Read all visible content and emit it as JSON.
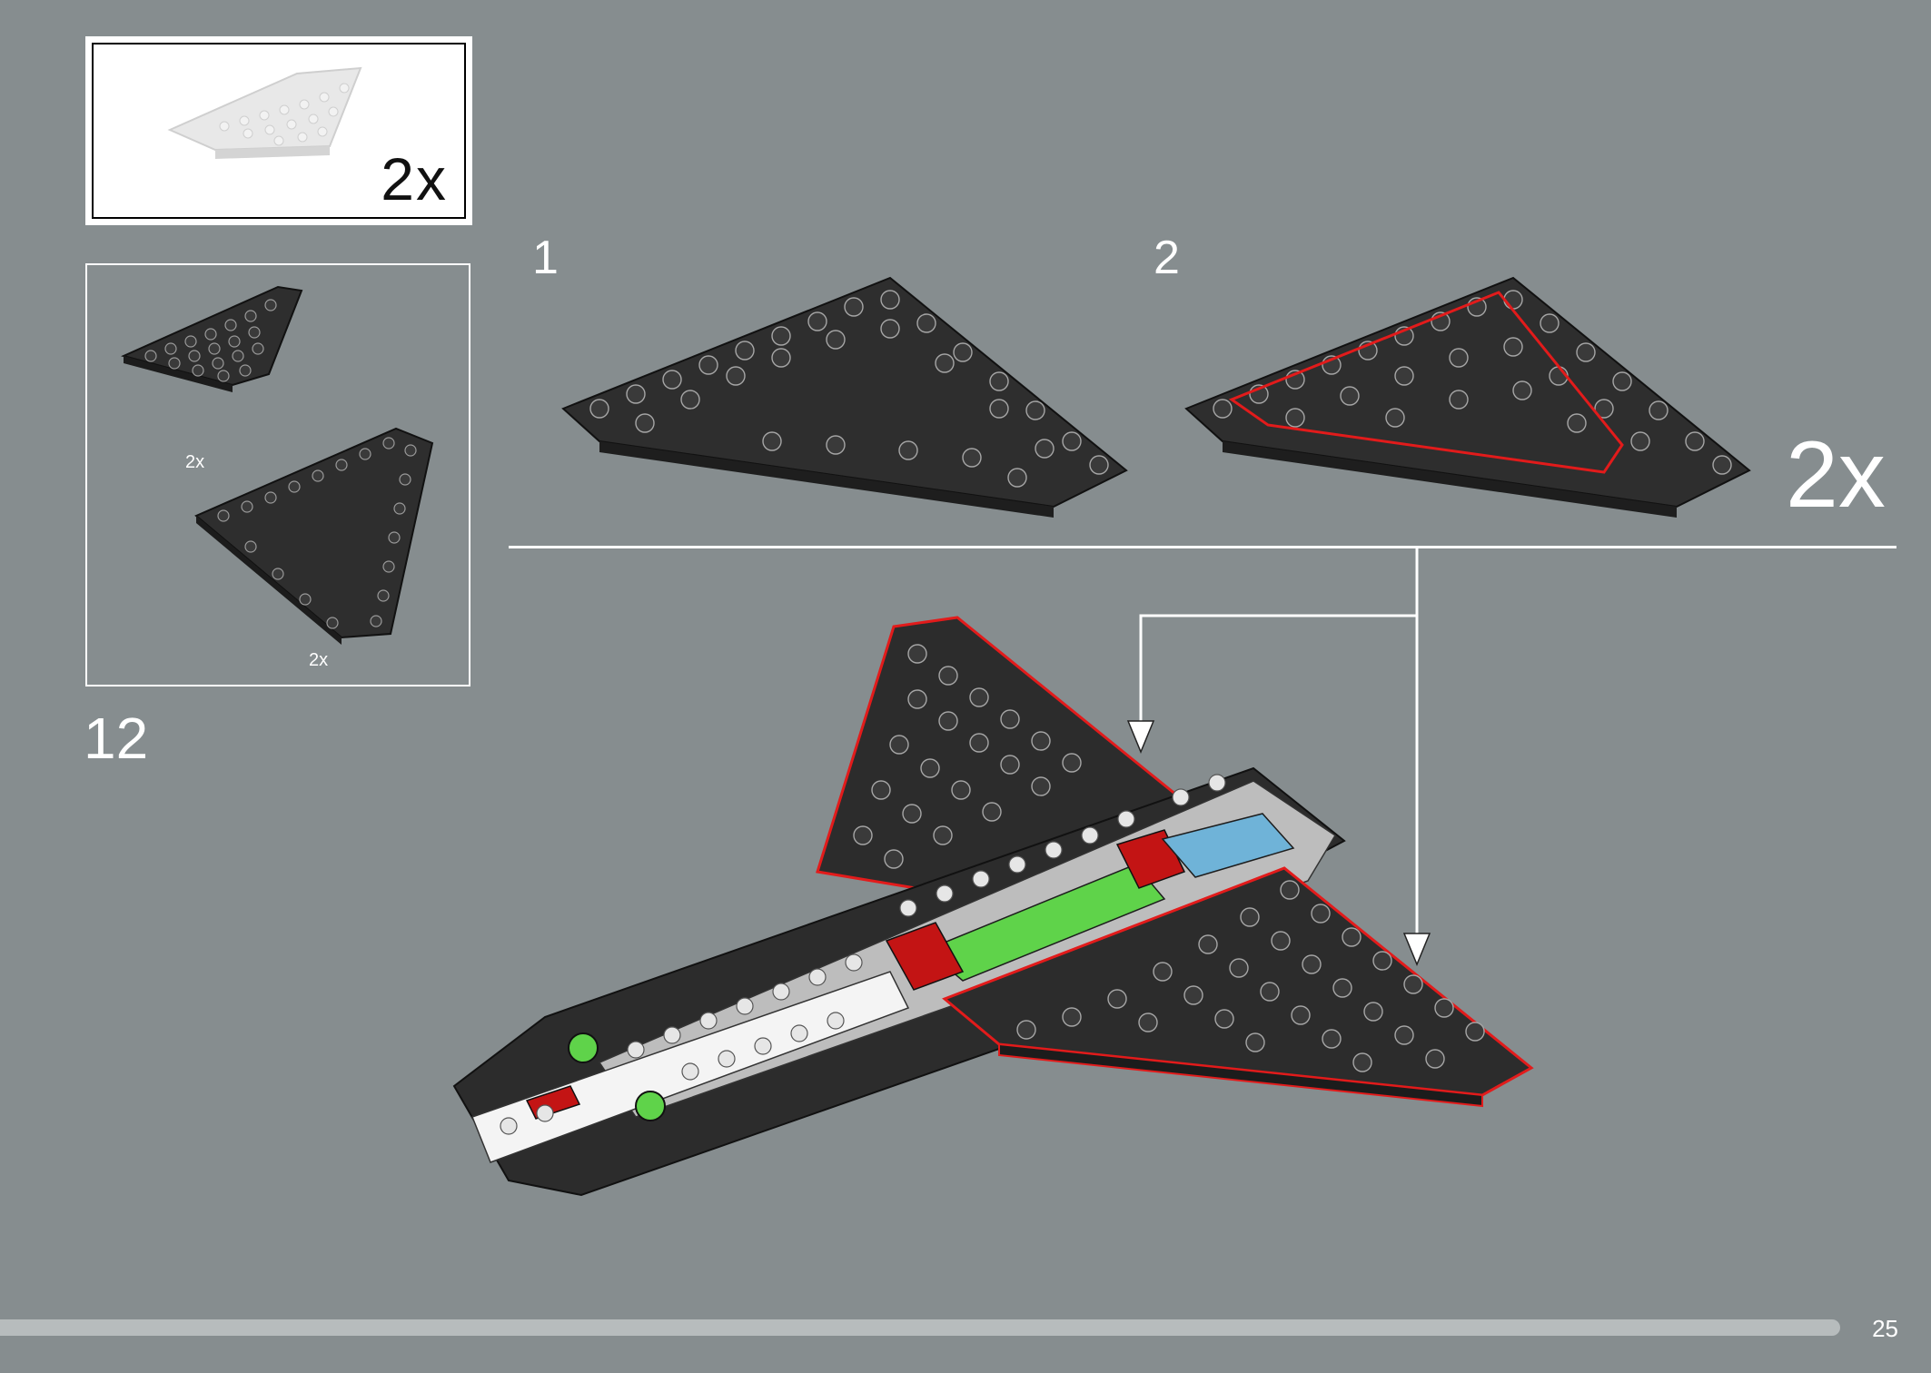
{
  "page": {
    "step_number": "12",
    "page_number": "25"
  },
  "parts_callout": {
    "quantity": "2x",
    "part_icon": "wedge-plate-icon"
  },
  "sub_assembly_callout": {
    "items": [
      {
        "quantity": "2x",
        "part_icon": "wedge-plate-left-icon"
      },
      {
        "quantity": "2x",
        "part_icon": "wedge-plate-right-icon"
      }
    ]
  },
  "sub_steps": [
    {
      "number": "1"
    },
    {
      "number": "2"
    }
  ],
  "sub_result": {
    "quantity": "2x"
  },
  "colors": {
    "background": "#868d8f",
    "brick_dark": "#2c2c2c",
    "highlight": "#e21b1b",
    "green": "#5fd34a",
    "red": "#c31414",
    "light_blue": "#6fb3d8",
    "light_grey": "#c8c8c8"
  }
}
